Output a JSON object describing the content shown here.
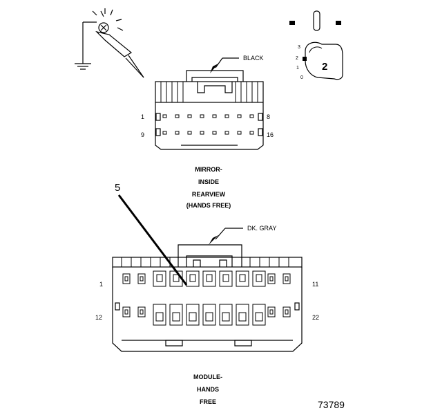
{
  "figure_number": "73789",
  "probe_label": "5",
  "key_position": "2",
  "key_scale": [
    "3",
    "2",
    "1",
    "0"
  ],
  "mirror_connector": {
    "color": "BLACK",
    "caption": [
      "MIRROR-",
      "INSIDE",
      "REARVIEW",
      "(HANDS FREE)"
    ],
    "pins": {
      "top_left": "1",
      "top_right": "8",
      "bottom_left": "9",
      "bottom_right": "16"
    }
  },
  "module_connector": {
    "color": "DK. GRAY",
    "caption": [
      "MODULE-",
      "HANDS",
      "FREE"
    ],
    "pins": {
      "top_left": "1",
      "top_right": "11",
      "bottom_left": "12",
      "bottom_right": "22"
    }
  }
}
